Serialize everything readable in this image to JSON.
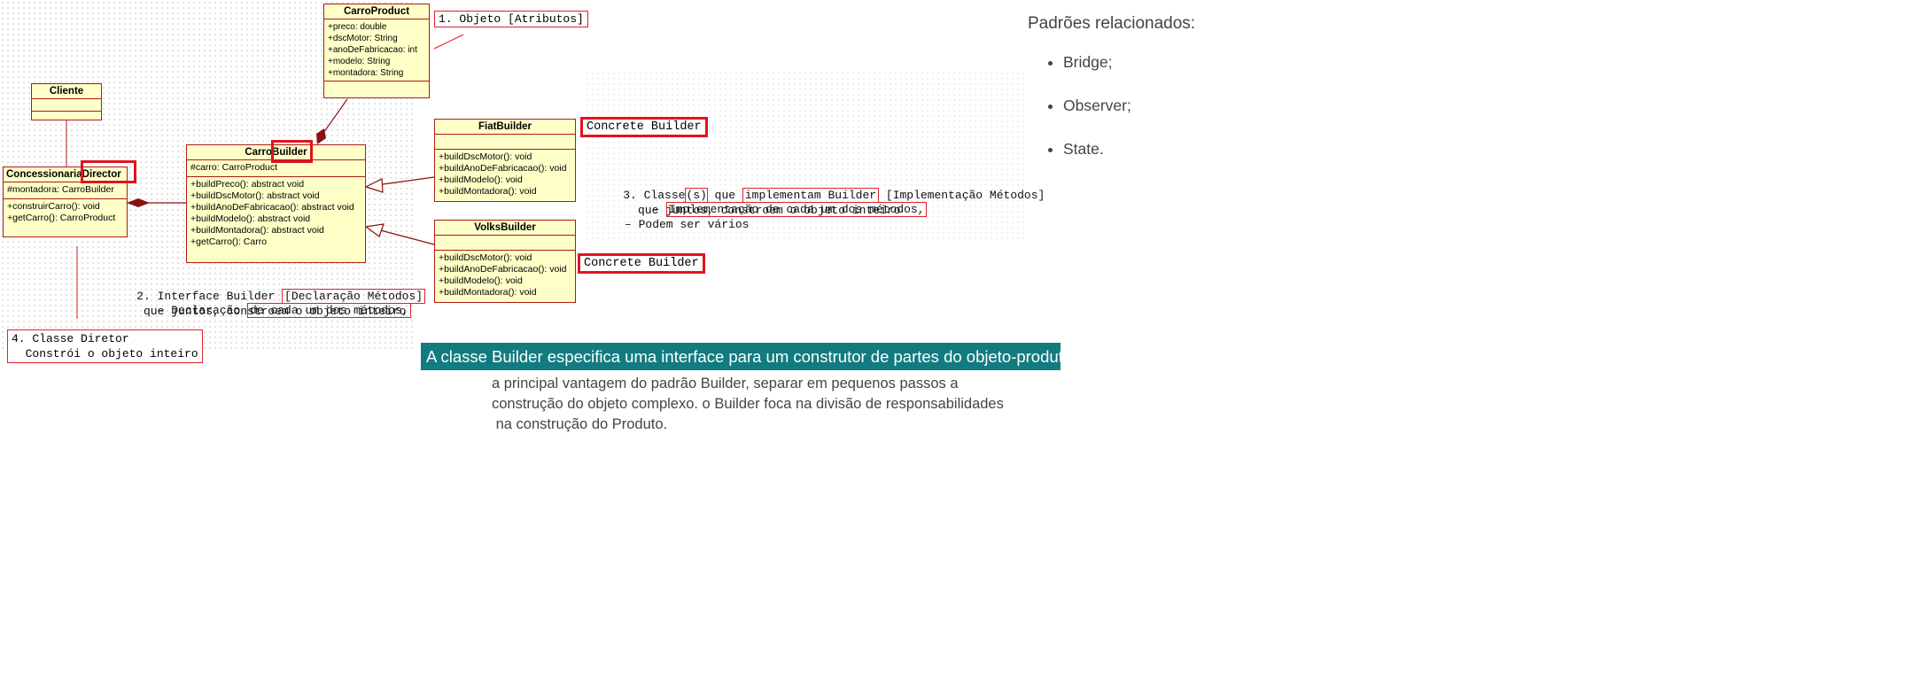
{
  "diagram": {
    "cliente": {
      "name": "Cliente"
    },
    "concessionaria": {
      "name": "ConcessionariaDirector",
      "name_prefix": "Concessionaria",
      "name_highlight": "Director",
      "attributes": [
        "#montadora: CarroBuilder"
      ],
      "methods": [
        "+construirCarro(): void",
        "+getCarro(): CarroProduct"
      ]
    },
    "carro_product": {
      "name": "CarroProduct",
      "attributes": [
        "+preco: double",
        "+dscMotor: String",
        "+anoDeFabricacao: int",
        "+modelo: String",
        "+montadora: String"
      ]
    },
    "carro_builder": {
      "name_prefix": "Carro",
      "name_highlight": "Builder",
      "attributes": [
        "#carro: CarroProduct"
      ],
      "methods": [
        "+buildPreco(): abstract void",
        "+buildDscMotor(): abstract void",
        "+buildAnoDeFabricacao(): abstract void",
        "+buildModelo(): abstract void",
        "+buildMontadora(): abstract void",
        "+getCarro(): Carro"
      ]
    },
    "fiat_builder": {
      "name": "FiatBuilder",
      "methods": [
        "+buildDscMotor(): void",
        "+buildAnoDeFabricacao(): void",
        "+buildModelo(): void",
        "+buildMontadora(): void"
      ]
    },
    "volks_builder": {
      "name": "VolksBuilder",
      "methods": [
        "+buildDscMotor(): void",
        "+buildAnoDeFabricacao(): void",
        "+buildModelo(): void",
        "+buildMontadora(): void"
      ]
    }
  },
  "annotations": {
    "objeto": "1. Objeto [Atributos]",
    "concrete_builder_1": "Concrete Builder",
    "concrete_builder_2": "Concrete Builder",
    "interface_line1_a": "2. Interface Builder ",
    "interface_line1_b": "[Declaração Métodos]",
    "interface_line2_a": "   – Declaração ",
    "interface_line2_b": "de cada um dos métodos,",
    "interface_line3": "     que juntos, constroem o objeto inteiro",
    "classe_line1_a": "3. Classe",
    "classe_line1_b": "(s)",
    "classe_line1_c": " que ",
    "classe_line1_d": "implementam Builder",
    "classe_line1_e": " [Implementação Métodos]",
    "classe_line2": "Implementação de cada um dos métodos,",
    "classe_line3": "que juntos, constroem o objeto inteiro",
    "classe_line4": "– Podem ser vários",
    "classe_diretor_line1": "4. Classe Diretor",
    "classe_diretor_line2": "  Constrói o objeto inteiro"
  },
  "banner": "A classe Builder especifica uma interface para um construtor de partes do objeto-produto.",
  "paragraph": [
    "a principal vantagem do padrão Builder, separar em pequenos passos a",
    "construção do objeto complexo.  o Builder foca na divisão de responsabilidades",
    " na construção do Produto."
  ],
  "related": {
    "title": "Padrões relacionados:",
    "items": [
      "Bridge;",
      "Observer;",
      "State."
    ]
  },
  "colors": {
    "uml_fill": "#ffffc8",
    "uml_border": "#b01a1a",
    "highlight_red": "#e0141e",
    "banner_bg": "#127b80"
  }
}
